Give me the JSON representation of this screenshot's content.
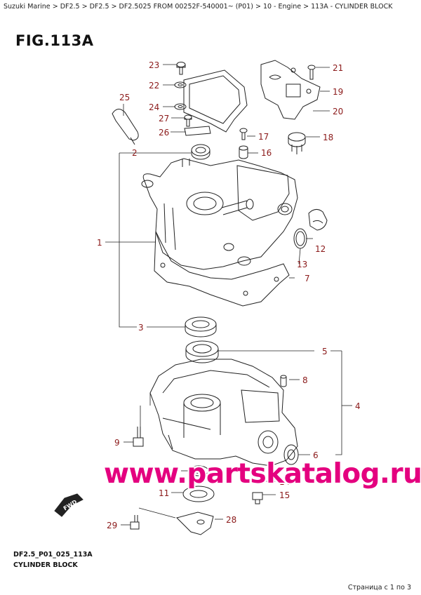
{
  "breadcrumb": {
    "items": [
      "Suzuki Marine",
      "DF2.5",
      "DF2.5",
      "DF2.5025 FROM 00252F-540001~ (P01)",
      "10 - Engine",
      "113A - CYLINDER BLOCK"
    ],
    "separator": ">"
  },
  "figure": {
    "title": "FIG.113A",
    "code": "DF2.5_P01_025_113A",
    "name": "CYLINDER BLOCK",
    "fwd_label": "FWD"
  },
  "callouts": [
    "1",
    "2",
    "3",
    "4",
    "5",
    "6",
    "7",
    "8",
    "9",
    "10",
    "11",
    "12",
    "13",
    "14",
    "15",
    "16",
    "17",
    "18",
    "19",
    "20",
    "21",
    "22",
    "23",
    "24",
    "25",
    "26",
    "27",
    "28",
    "29"
  ],
  "watermark": "www.partskatalog.ru",
  "pager": "Страница с 1 по 3",
  "colors": {
    "callout": "#8b1a1a",
    "watermark": "#e4007f",
    "lines": "#222222"
  }
}
